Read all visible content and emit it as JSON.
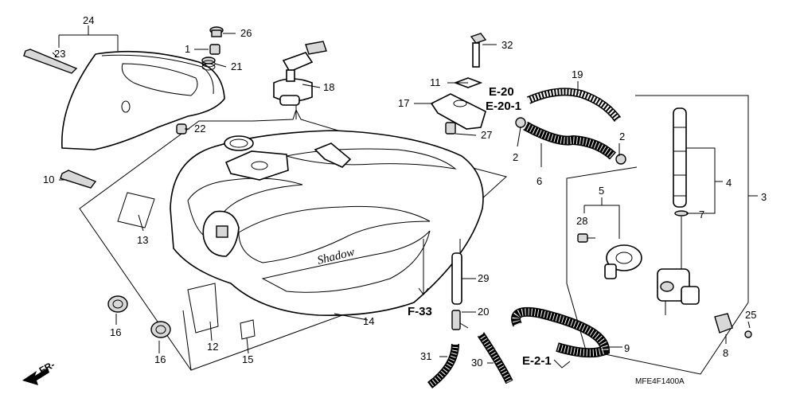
{
  "callouts": {
    "c1": "1",
    "c2a": "2",
    "c2b": "2",
    "c3": "3",
    "c4": "4",
    "c5": "5",
    "c6": "6",
    "c7": "7",
    "c8": "8",
    "c9": "9",
    "c10": "10",
    "c11": "11",
    "c12": "12",
    "c13": "13",
    "c14": "14",
    "c15": "15",
    "c16a": "16",
    "c16b": "16",
    "c17": "17",
    "c18": "18",
    "c19": "19",
    "c20": "20",
    "c21": "21",
    "c22": "22",
    "c23": "23",
    "c24": "24",
    "c25": "25",
    "c26": "26",
    "c27": "27",
    "c28": "28",
    "c29": "29",
    "c30": "30",
    "c31": "31",
    "c32": "32"
  },
  "references": {
    "e20": "E-20",
    "e201": "E-20-1",
    "f33": "F-33",
    "e21": "E-2-1"
  },
  "front_marker": "FR-",
  "diagram_code": "MFE4F1400A",
  "tank_logo_text": "Shadow"
}
